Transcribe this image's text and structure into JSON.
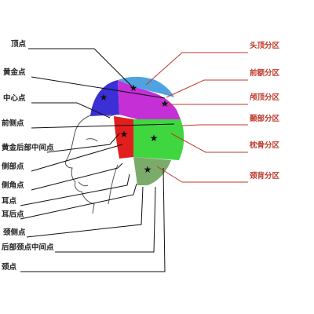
{
  "left_labels": [
    "顶点",
    "黄金点",
    "中心点",
    "前侧点",
    "黄金后部中间点",
    "侧部点",
    "侧角点",
    "耳点",
    "耳后点",
    "颈侧点",
    "后部颈点中间点",
    "颈点"
  ],
  "right_labels": [
    "头顶分区",
    "前额分区",
    "颅顶分区",
    "颞部分区",
    "枕骨分区",
    "颈背分区"
  ],
  "zones": [
    {
      "name": "头顶分区",
      "color": "#4fa3e0"
    },
    {
      "name": "前额分区",
      "color": "#3b2fd6"
    },
    {
      "name": "颅顶分区",
      "color": "#c42fd6"
    },
    {
      "name": "颞部分区",
      "color": "#e31e1e"
    },
    {
      "name": "枕骨分区",
      "color": "#3fd63f"
    },
    {
      "name": "颈背分区",
      "color": "#7aab6a"
    }
  ],
  "colors": {
    "leader_line_left": "#111111",
    "leader_line_right": "#c0392b",
    "label_right": "#c0392b",
    "star": "#111111"
  }
}
